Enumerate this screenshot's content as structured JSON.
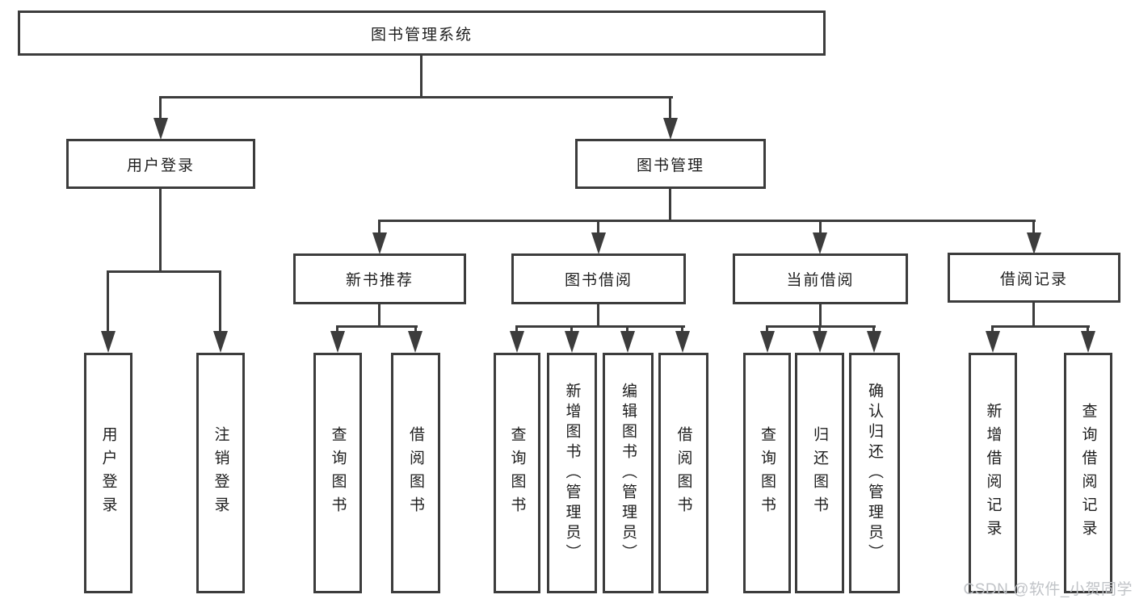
{
  "diagram": {
    "root": {
      "label": "图书管理系统"
    },
    "level1": [
      {
        "label": "用户登录",
        "parent": "图书管理系统"
      },
      {
        "label": "图书管理",
        "parent": "图书管理系统"
      }
    ],
    "level2": [
      {
        "label": "新书推荐",
        "parent": "图书管理"
      },
      {
        "label": "图书借阅",
        "parent": "图书管理"
      },
      {
        "label": "当前借阅",
        "parent": "图书管理"
      },
      {
        "label": "借阅记录",
        "parent": "图书管理"
      }
    ],
    "leaves": [
      {
        "label": "用户登录",
        "parent": "用户登录"
      },
      {
        "label": "注销登录",
        "parent": "用户登录"
      },
      {
        "label": "查询图书",
        "parent": "新书推荐"
      },
      {
        "label": "借阅图书",
        "parent": "新书推荐"
      },
      {
        "label": "查询图书",
        "parent": "图书借阅"
      },
      {
        "label": "新增图书（管理员）",
        "parent": "图书借阅"
      },
      {
        "label": "编辑图书（管理员）",
        "parent": "图书借阅"
      },
      {
        "label": "借阅图书",
        "parent": "图书借阅"
      },
      {
        "label": "查询图书",
        "parent": "当前借阅"
      },
      {
        "label": "归还图书",
        "parent": "当前借阅"
      },
      {
        "label": "确认归还（管理员）",
        "parent": "当前借阅"
      },
      {
        "label": "新增借阅记录",
        "parent": "借阅记录"
      },
      {
        "label": "查询借阅记录",
        "parent": "借阅记录"
      }
    ],
    "colors": {
      "line": "#3c3c3c",
      "box_border": "#3c3c3c",
      "text": "#1e1e1e",
      "background": "#ffffff",
      "watermark": "#c0c3c7"
    }
  },
  "watermark": {
    "text": "CSDN @软件_小贺同学"
  }
}
